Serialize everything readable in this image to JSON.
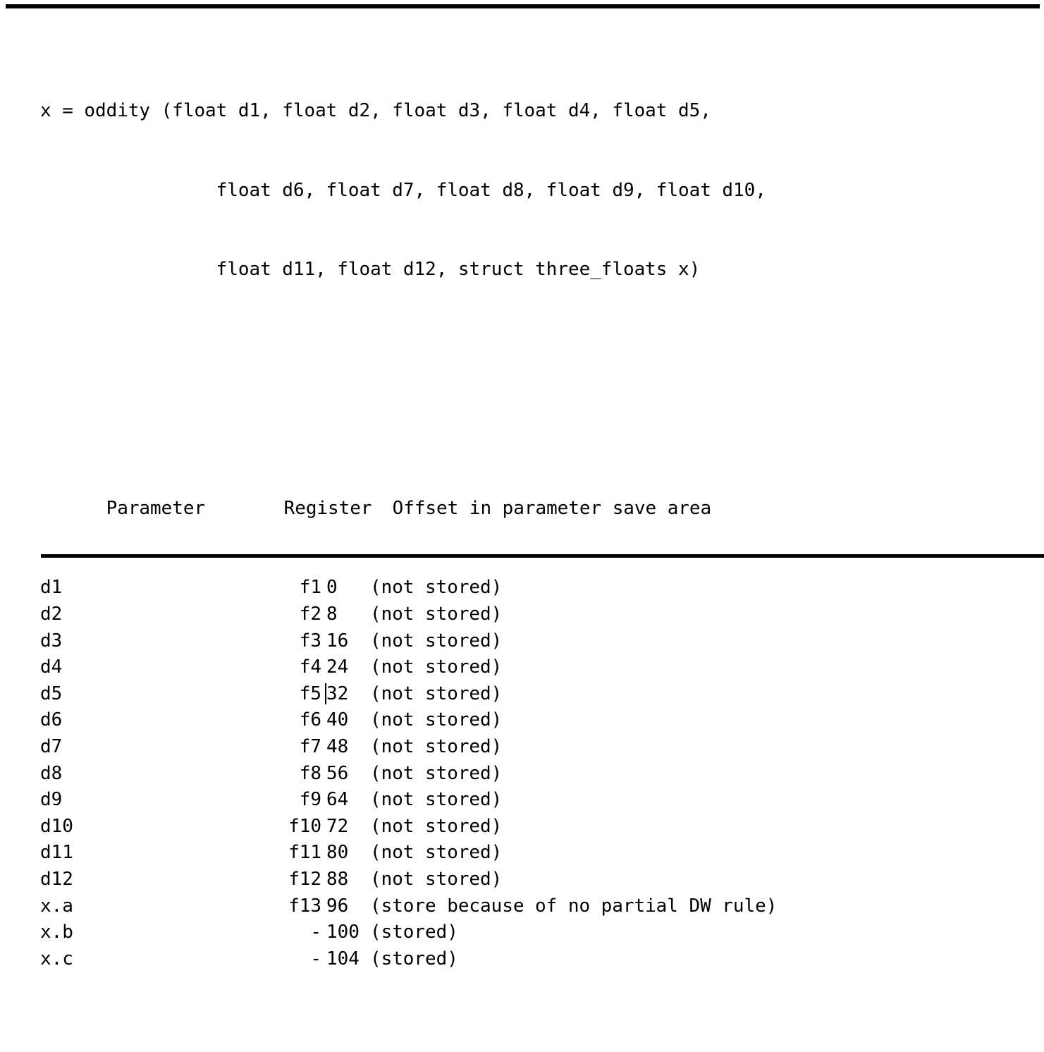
{
  "document": {
    "signature": [
      "x = oddity (float d1, float d2, float d3, float d4, float d5,",
      "                float d6, float d7, float d8, float d9, float d10,",
      "                float d11, float d12, struct three_floats x)"
    ],
    "table": {
      "headers": {
        "parameter": "Parameter",
        "register": "Register",
        "offset": "Offset in parameter save area"
      },
      "rows": [
        {
          "parameter": "d1",
          "register": "f1",
          "offset": "0",
          "note": "(not stored)"
        },
        {
          "parameter": "d2",
          "register": "f2",
          "offset": "8",
          "note": "(not stored)"
        },
        {
          "parameter": "d3",
          "register": "f3",
          "offset": "16",
          "note": "(not stored)"
        },
        {
          "parameter": "d4",
          "register": "f4",
          "offset": "24",
          "note": "(not stored)"
        },
        {
          "parameter": "d5",
          "register": "f5",
          "offset": "32",
          "note": "(not stored)"
        },
        {
          "parameter": "d6",
          "register": "f6",
          "offset": "40",
          "note": "(not stored)"
        },
        {
          "parameter": "d7",
          "register": "f7",
          "offset": "48",
          "note": "(not stored)"
        },
        {
          "parameter": "d8",
          "register": "f8",
          "offset": "56",
          "note": "(not stored)"
        },
        {
          "parameter": "d9",
          "register": "f9",
          "offset": "64",
          "note": "(not stored)"
        },
        {
          "parameter": "d10",
          "register": "f10",
          "offset": "72",
          "note": "(not stored)"
        },
        {
          "parameter": "d11",
          "register": "f11",
          "offset": "80",
          "note": "(not stored)"
        },
        {
          "parameter": "d12",
          "register": "f12",
          "offset": "88",
          "note": "(not stored)"
        },
        {
          "parameter": "x.a",
          "register": "f13",
          "offset": "96",
          "note": "(store because of no partial DW rule)"
        },
        {
          "parameter": "x.b",
          "register": "-",
          "offset": "100",
          "note": "(stored)"
        },
        {
          "parameter": "x.c",
          "register": "-",
          "offset": "104",
          "note": "(stored)"
        }
      ]
    },
    "caret": {
      "after_row_index": 4,
      "column": "register"
    },
    "colors": {
      "text": "#000000",
      "background": "#ffffff",
      "rule": "#000000"
    }
  }
}
